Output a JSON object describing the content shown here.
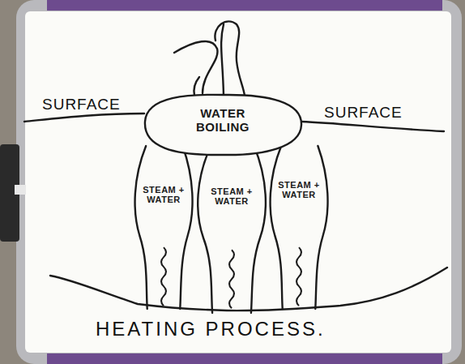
{
  "diagram": {
    "caption": "HEATING PROCESS.",
    "nodes": [
      {
        "text": [
          "WATER BOILING"
        ]
      },
      {
        "text": [
          "STEAM + WATER"
        ]
      },
      {
        "text": [
          "STEAM + WATER"
        ]
      },
      {
        "text": [
          "STEAM + WATER"
        ]
      }
    ],
    "labels": [
      "SURFACE",
      "SURFACE"
    ]
  }
}
